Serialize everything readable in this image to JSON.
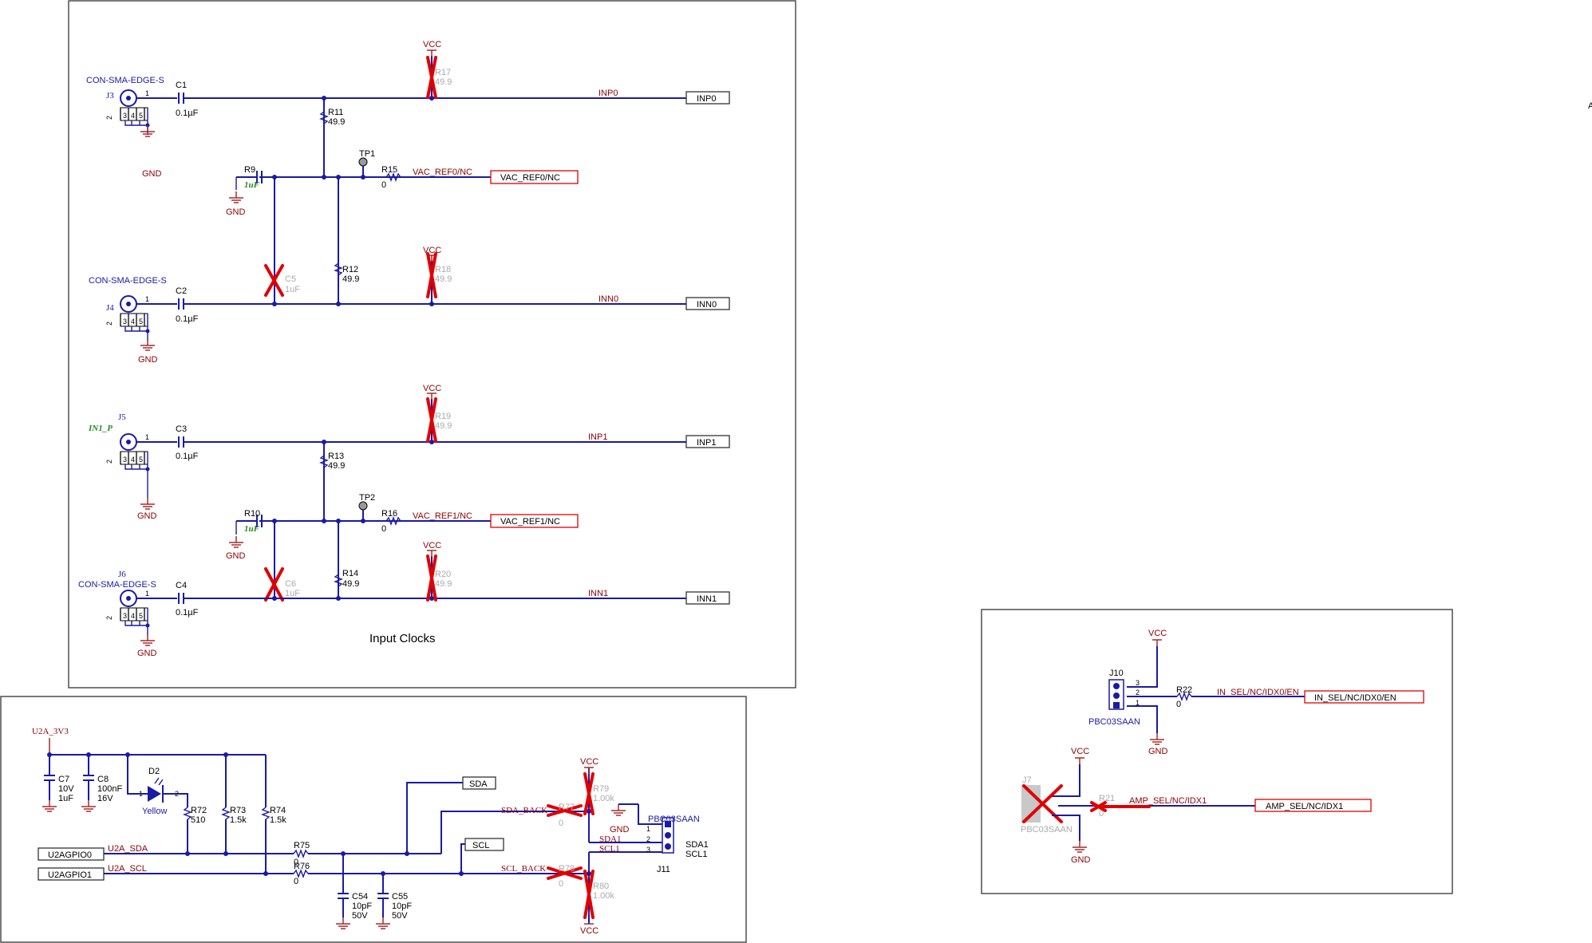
{
  "title": "Input Clocks",
  "corner_letter": "A",
  "power": {
    "vcc": "VCC",
    "gnd": "GND",
    "u2a_3v3": "U2A_3V3"
  },
  "connectors": {
    "con_sma": "CON-SMA-EDGE-S",
    "j3": "J3",
    "j4": "J4",
    "j5": "J5",
    "j6": "J6",
    "in1_p": "IN1_P",
    "pins": [
      "1",
      "2",
      "3",
      "4",
      "5"
    ]
  },
  "caps": {
    "c1": "C1",
    "c2": "C2",
    "c3": "C3",
    "c4": "C4",
    "c_val": "0.1µF",
    "c5": "C5",
    "c6": "C6",
    "c5_val": "1uF",
    "one_uf": "1uF",
    "c7": "C7",
    "c7_v": "10V",
    "c7_val": "1uF",
    "c8": "C8",
    "c8_val": "100nF",
    "c8_v": "16V",
    "c54": "C54",
    "c55": "C55",
    "c54_val": "10pF",
    "c54_v": "50V"
  },
  "resistors": {
    "r9": "R9",
    "r10": "R10",
    "r11": "R11",
    "r12": "R12",
    "r13": "R13",
    "r14": "R14",
    "r_val": "49.9",
    "r15": "R15",
    "r16": "R16",
    "r_zero": "0",
    "r17": "R17",
    "r18": "R18",
    "r19": "R19",
    "r20": "R20",
    "r72": "R72",
    "r72_val": "510",
    "r73": "R73",
    "r74": "R74",
    "r73_val": "1.5k",
    "r75": "R75",
    "r76": "R76",
    "r77": "R77",
    "r78": "R78",
    "r79": "R79",
    "r80": "R80",
    "r79_val": "1.00k",
    "r21": "R21",
    "r22": "R22"
  },
  "testpoints": {
    "tp1": "TP1",
    "tp2": "TP2"
  },
  "nets": {
    "inp0": "INP0",
    "inn0": "INN0",
    "inp1": "INP1",
    "inn1": "INN1",
    "vac_ref0": "VAC_REF0/NC",
    "vac_ref1": "VAC_REF1/NC",
    "sda": "SDA",
    "scl": "SCL",
    "u2a_sda": "U2A_SDA",
    "u2a_scl": "U2A_SCL",
    "u2agpio0": "U2AGPIO0",
    "u2agpio1": "U2AGPIO1",
    "sda_back": "SDA_BACK",
    "scl_back": "SCL_BACK",
    "sda1": "SDA1",
    "scl1": "SCL1",
    "in_sel": "IN_SEL/NC/IDX0/EN",
    "amp_sel": "AMP_SEL/NC/IDX1"
  },
  "diode": {
    "ref": "D2",
    "color": "Yellow",
    "pin1": "1",
    "pin2": "2"
  },
  "headers": {
    "pbc03saan": "PBC03SAAN",
    "j7": "J7",
    "j10": "J10",
    "j11": "J11",
    "pins": [
      "1",
      "2",
      "3"
    ]
  },
  "colors": {
    "wire": "#1a1aa6",
    "dnp": "#e00000",
    "net": "#8b0000",
    "gnd": "#a52a2a",
    "dnp_text": "#aaaaaa",
    "green_text": "#228b22"
  }
}
